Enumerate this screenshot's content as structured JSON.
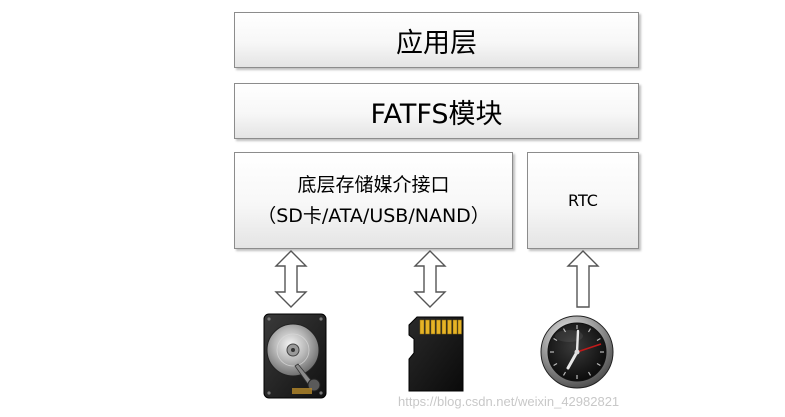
{
  "layers": {
    "application": "应用层",
    "fatfs": "FATFS模块",
    "storage_line1": "底层存储媒介接口",
    "storage_line2": "（SD卡/ATA/USB/NAND）",
    "rtc": "RTC"
  },
  "devices": {
    "hdd": "hard-disk-icon",
    "sd": "sd-card-icon",
    "clock": "clock-icon"
  },
  "watermark": "https://blog.csdn.net/weixin_42982821"
}
